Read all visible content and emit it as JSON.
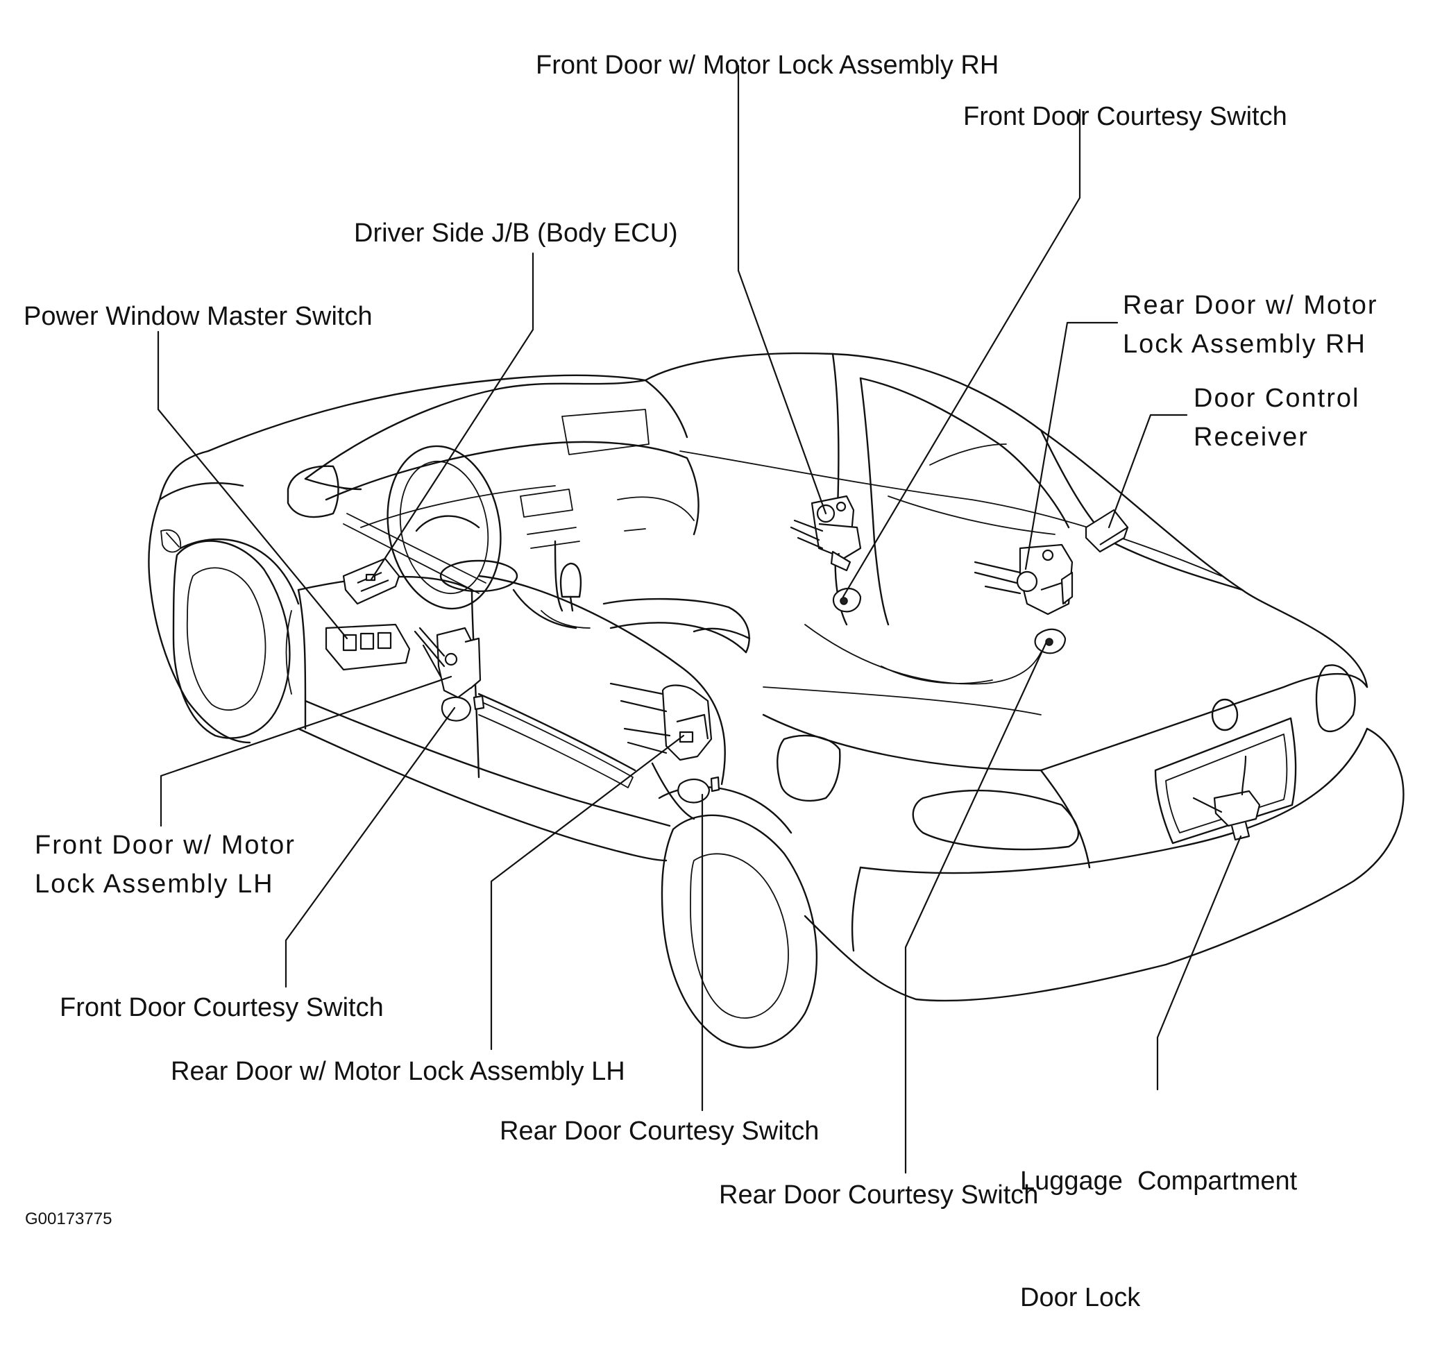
{
  "labels": {
    "front_door_lock_rh": "Front Door w/ Motor Lock Assembly RH",
    "front_door_courtesy_switch_rh": "Front Door Courtesy Switch",
    "driver_side_jb": "Driver Side J/B (Body ECU)",
    "power_window_master_switch": "Power Window Master Switch",
    "rear_door_lock_rh": {
      "line1": "Rear Door w/ Motor",
      "line2": "Lock Assembly RH"
    },
    "door_control_receiver": {
      "line1": "Door Control",
      "line2": "Receiver"
    },
    "front_door_lock_lh": {
      "line1": "Front Door w/ Motor",
      "line2": "Lock Assembly LH"
    },
    "front_door_courtesy_switch_lh": "Front Door Courtesy Switch",
    "rear_door_lock_lh": "Rear Door w/ Motor Lock Assembly LH",
    "rear_door_courtesy_switch_lh": "Rear Door Courtesy Switch",
    "luggage_compartment_door_lock": {
      "line1": "Luggage  Compartment",
      "line2": "Door Lock"
    },
    "rear_door_courtesy_switch_rh": "Rear Door Courtesy Switch"
  },
  "figure_code": "G00173775"
}
